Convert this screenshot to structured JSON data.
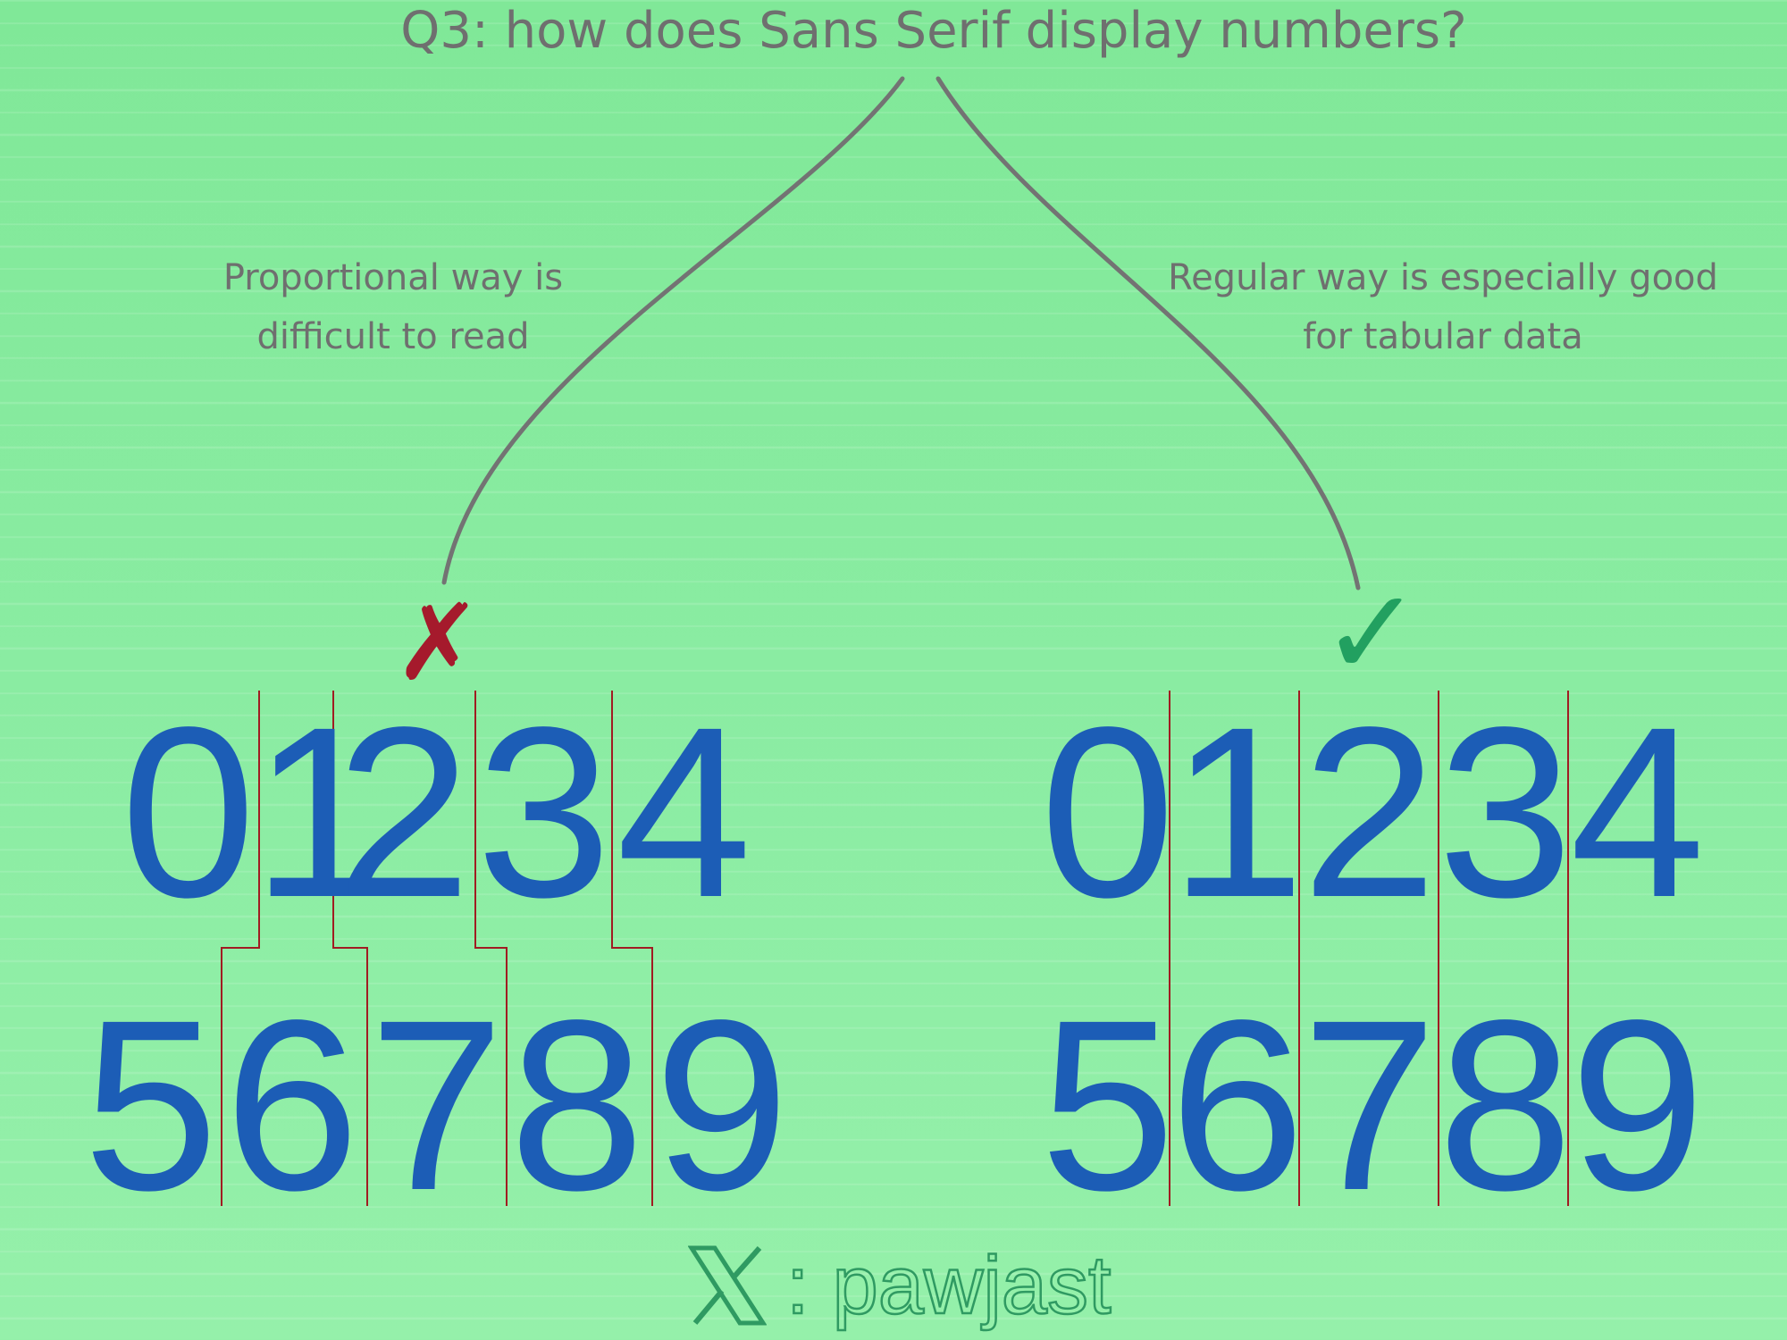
{
  "title": "Q3: how does Sans Serif display numbers?",
  "left": {
    "note_lines": [
      "Proportional way is",
      "difficult to read"
    ],
    "mark": "✗",
    "mark_name": "cross-mark",
    "mark_color": "#a51a2c",
    "row1": [
      "0",
      "1",
      "2",
      "3",
      "4"
    ],
    "row2": [
      "5",
      "6",
      "7",
      "8",
      "9"
    ]
  },
  "right": {
    "note_lines": [
      "Regular way is especially good",
      "for tabular data"
    ],
    "mark": "✓",
    "mark_name": "check-mark",
    "mark_color": "#22a060",
    "row1": [
      "0",
      "1",
      "2",
      "3",
      "4"
    ],
    "row2": [
      "5",
      "6",
      "7",
      "8",
      "9"
    ]
  },
  "footer": {
    "icon": "x-logo-icon",
    "separator": ":",
    "handle": "pawjast"
  },
  "colors": {
    "digits": "#1c5db6",
    "guides": "#a01c22",
    "text": "#6f6f6f",
    "connector": "#737373",
    "background": "#86eb9f"
  }
}
